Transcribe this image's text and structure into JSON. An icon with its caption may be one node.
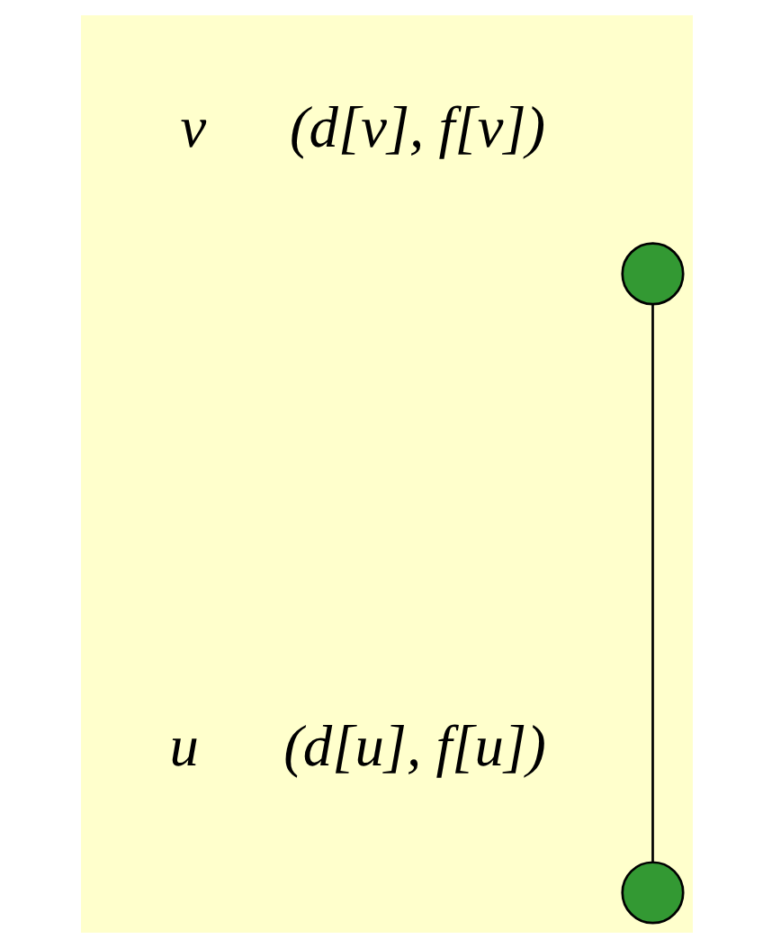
{
  "diagram": {
    "nodes": [
      {
        "text": [],
        "shape": "circle",
        "beside": [
          "v",
          "(d[v], f[v])"
        ]
      },
      {
        "text": [],
        "shape": "circle",
        "beside": [
          "u",
          "(d[u], f[u])"
        ]
      }
    ],
    "edges": [
      {
        "from": 0,
        "to": 1,
        "arrow": "none"
      }
    ]
  }
}
